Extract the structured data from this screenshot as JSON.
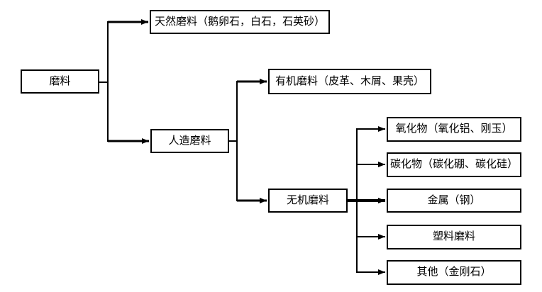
{
  "diagram": {
    "type": "flowchart",
    "nodes": {
      "root": {
        "label": "磨料"
      },
      "natural": {
        "label": "天然磨料（鹅卵石，白石，石英砂）"
      },
      "artificial": {
        "label": "人造磨料"
      },
      "organic": {
        "label": "有机磨料（皮革、木屑、果壳）"
      },
      "inorganic": {
        "label": "无机磨料"
      },
      "oxide": {
        "label": "氧化物（氧化铝、刚玉）"
      },
      "carbide": {
        "label": "碳化物（碳化硼、碳化硅）"
      },
      "metal": {
        "label": "金属（钢）"
      },
      "plastic": {
        "label": "塑料磨料"
      },
      "other": {
        "label": "其他（金刚石）"
      }
    },
    "edges": [
      {
        "from": "磨料",
        "to": "天然磨料（鹅卵石，白石，石英砂）"
      },
      {
        "from": "磨料",
        "to": "人造磨料"
      },
      {
        "from": "人造磨料",
        "to": "有机磨料（皮革、木屑、果壳）"
      },
      {
        "from": "人造磨料",
        "to": "无机磨料"
      },
      {
        "from": "无机磨料",
        "to": "氧化物（氧化铝、刚玉）"
      },
      {
        "from": "无机磨料",
        "to": "碳化物（碳化硼、碳化硅）"
      },
      {
        "from": "无机磨料",
        "to": "金属（钢）"
      },
      {
        "from": "无机磨料",
        "to": "塑料磨料"
      },
      {
        "from": "无机磨料",
        "to": "其他（金刚石）"
      }
    ],
    "colors": {
      "line": "#000000",
      "box_border": "#000000",
      "box_background": "#ffffff",
      "text": "#000000"
    }
  }
}
